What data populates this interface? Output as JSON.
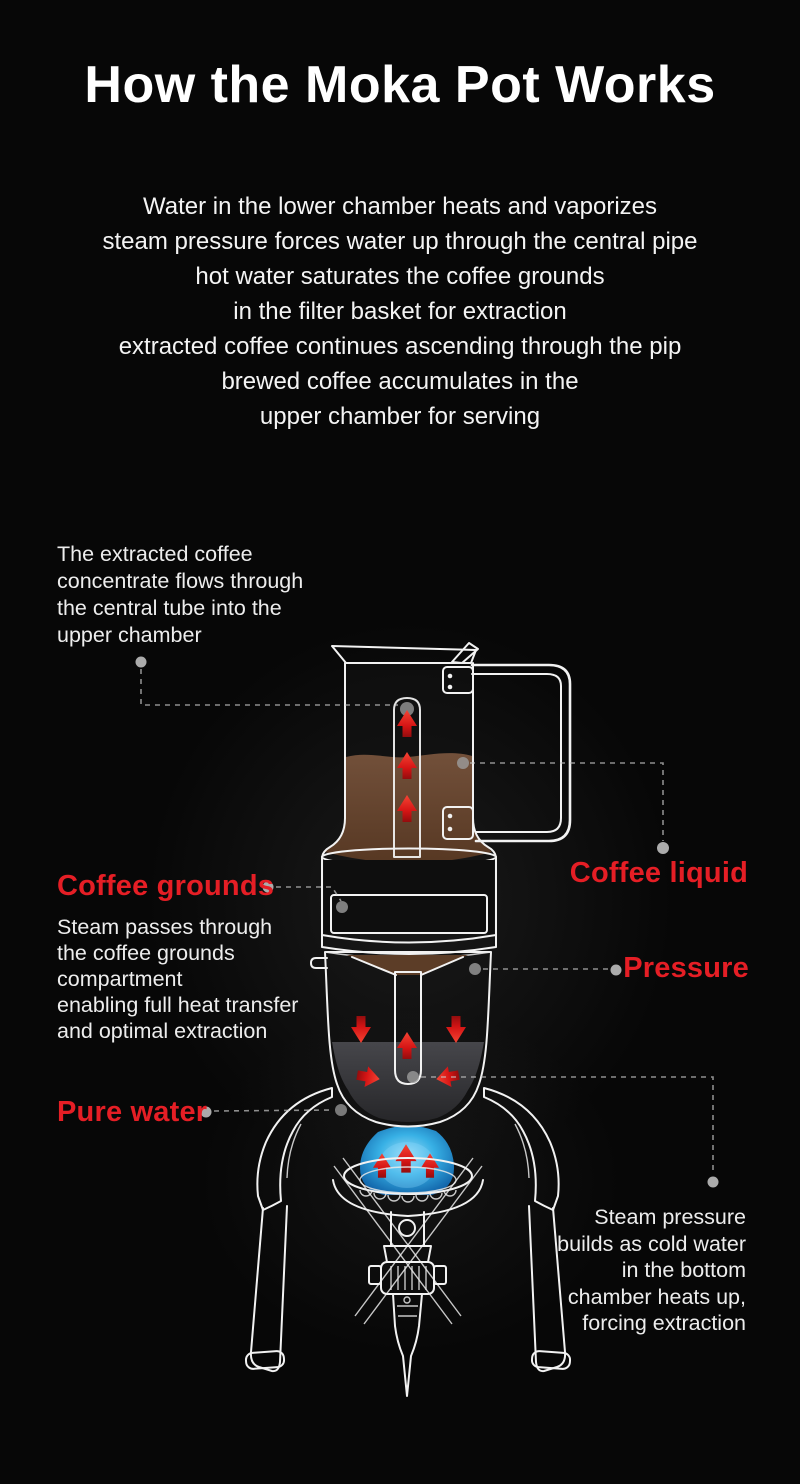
{
  "page": {
    "title": "How the Moka Pot Works"
  },
  "intro": {
    "lines": [
      "Water in the lower chamber heats and vaporizes",
      "steam pressure forces water up through the central pipe",
      "hot water saturates the coffee grounds",
      "in the filter basket for extraction",
      "extracted coffee continues ascending through the pip",
      "brewed coffee accumulates in the",
      "upper chamber for serving"
    ]
  },
  "annotations": {
    "extracted": {
      "lines": [
        "The extracted coffee",
        "concentrate flows through",
        "the central tube into the",
        "upper chamber"
      ]
    },
    "coffee_grounds": {
      "label": "Coffee grounds",
      "lines": [
        "Steam passes through",
        "the coffee grounds",
        "compartment",
        "enabling full heat transfer",
        "and optimal extraction"
      ]
    },
    "coffee_liquid": {
      "label": "Coffee liquid"
    },
    "pressure": {
      "label": "Pressure"
    },
    "pure_water": {
      "label": "Pure water"
    },
    "steam_pressure": {
      "lines": [
        "Steam pressure",
        "builds as cold water",
        "in the bottom",
        "chamber heats up,",
        "forcing extraction"
      ]
    }
  },
  "colors": {
    "background": "#070707",
    "accent_red_label": "#e51e25",
    "text_white": "#f1f1f1",
    "outline_white": "#f2f2f2",
    "leader_gray": "#c8c8c8",
    "dot_gray": "#a8a8a8",
    "coffee_brown": "#6a4630",
    "grounds_brown": "#57381f",
    "water_gray": "#3d3d40",
    "flame_blue": "#2b9de0",
    "arrow_red": "#d41414"
  },
  "icons": {
    "moka_pot": "moka-pot-line-illustration",
    "camping_stove": "camping-stove-line-illustration",
    "flame": "gas-flame",
    "arrows": "flow-direction-arrows"
  }
}
